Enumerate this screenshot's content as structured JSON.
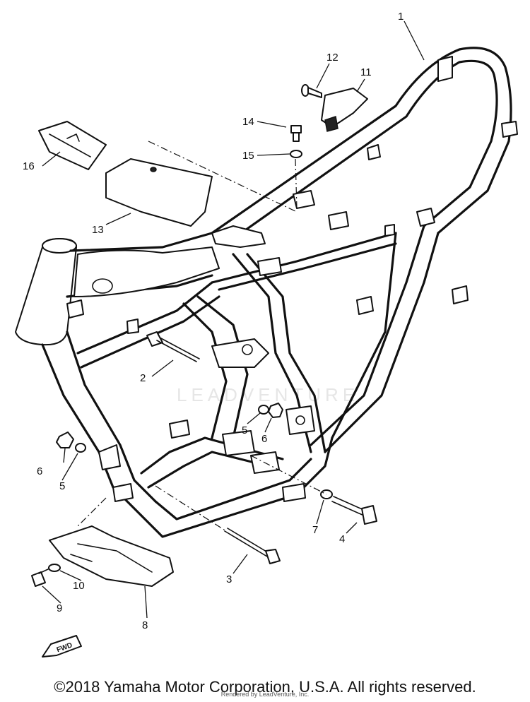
{
  "callouts": {
    "c1": "1",
    "c2": "2",
    "c3": "3",
    "c4": "4",
    "c5a": "5",
    "c5b": "5",
    "c6a": "6",
    "c6b": "6",
    "c7": "7",
    "c8": "8",
    "c9": "9",
    "c10": "10",
    "c11": "11",
    "c12": "12",
    "c13": "13",
    "c14": "14",
    "c15": "15",
    "c16": "16"
  },
  "fwd_label": "FWD",
  "watermark": "LEADVENTURE",
  "footer": {
    "copyright": "©2018 Yamaha Motor Corporation, U.S.A. All rights reserved.",
    "rendered_by": "Rendered by LeadVenture, Inc."
  }
}
